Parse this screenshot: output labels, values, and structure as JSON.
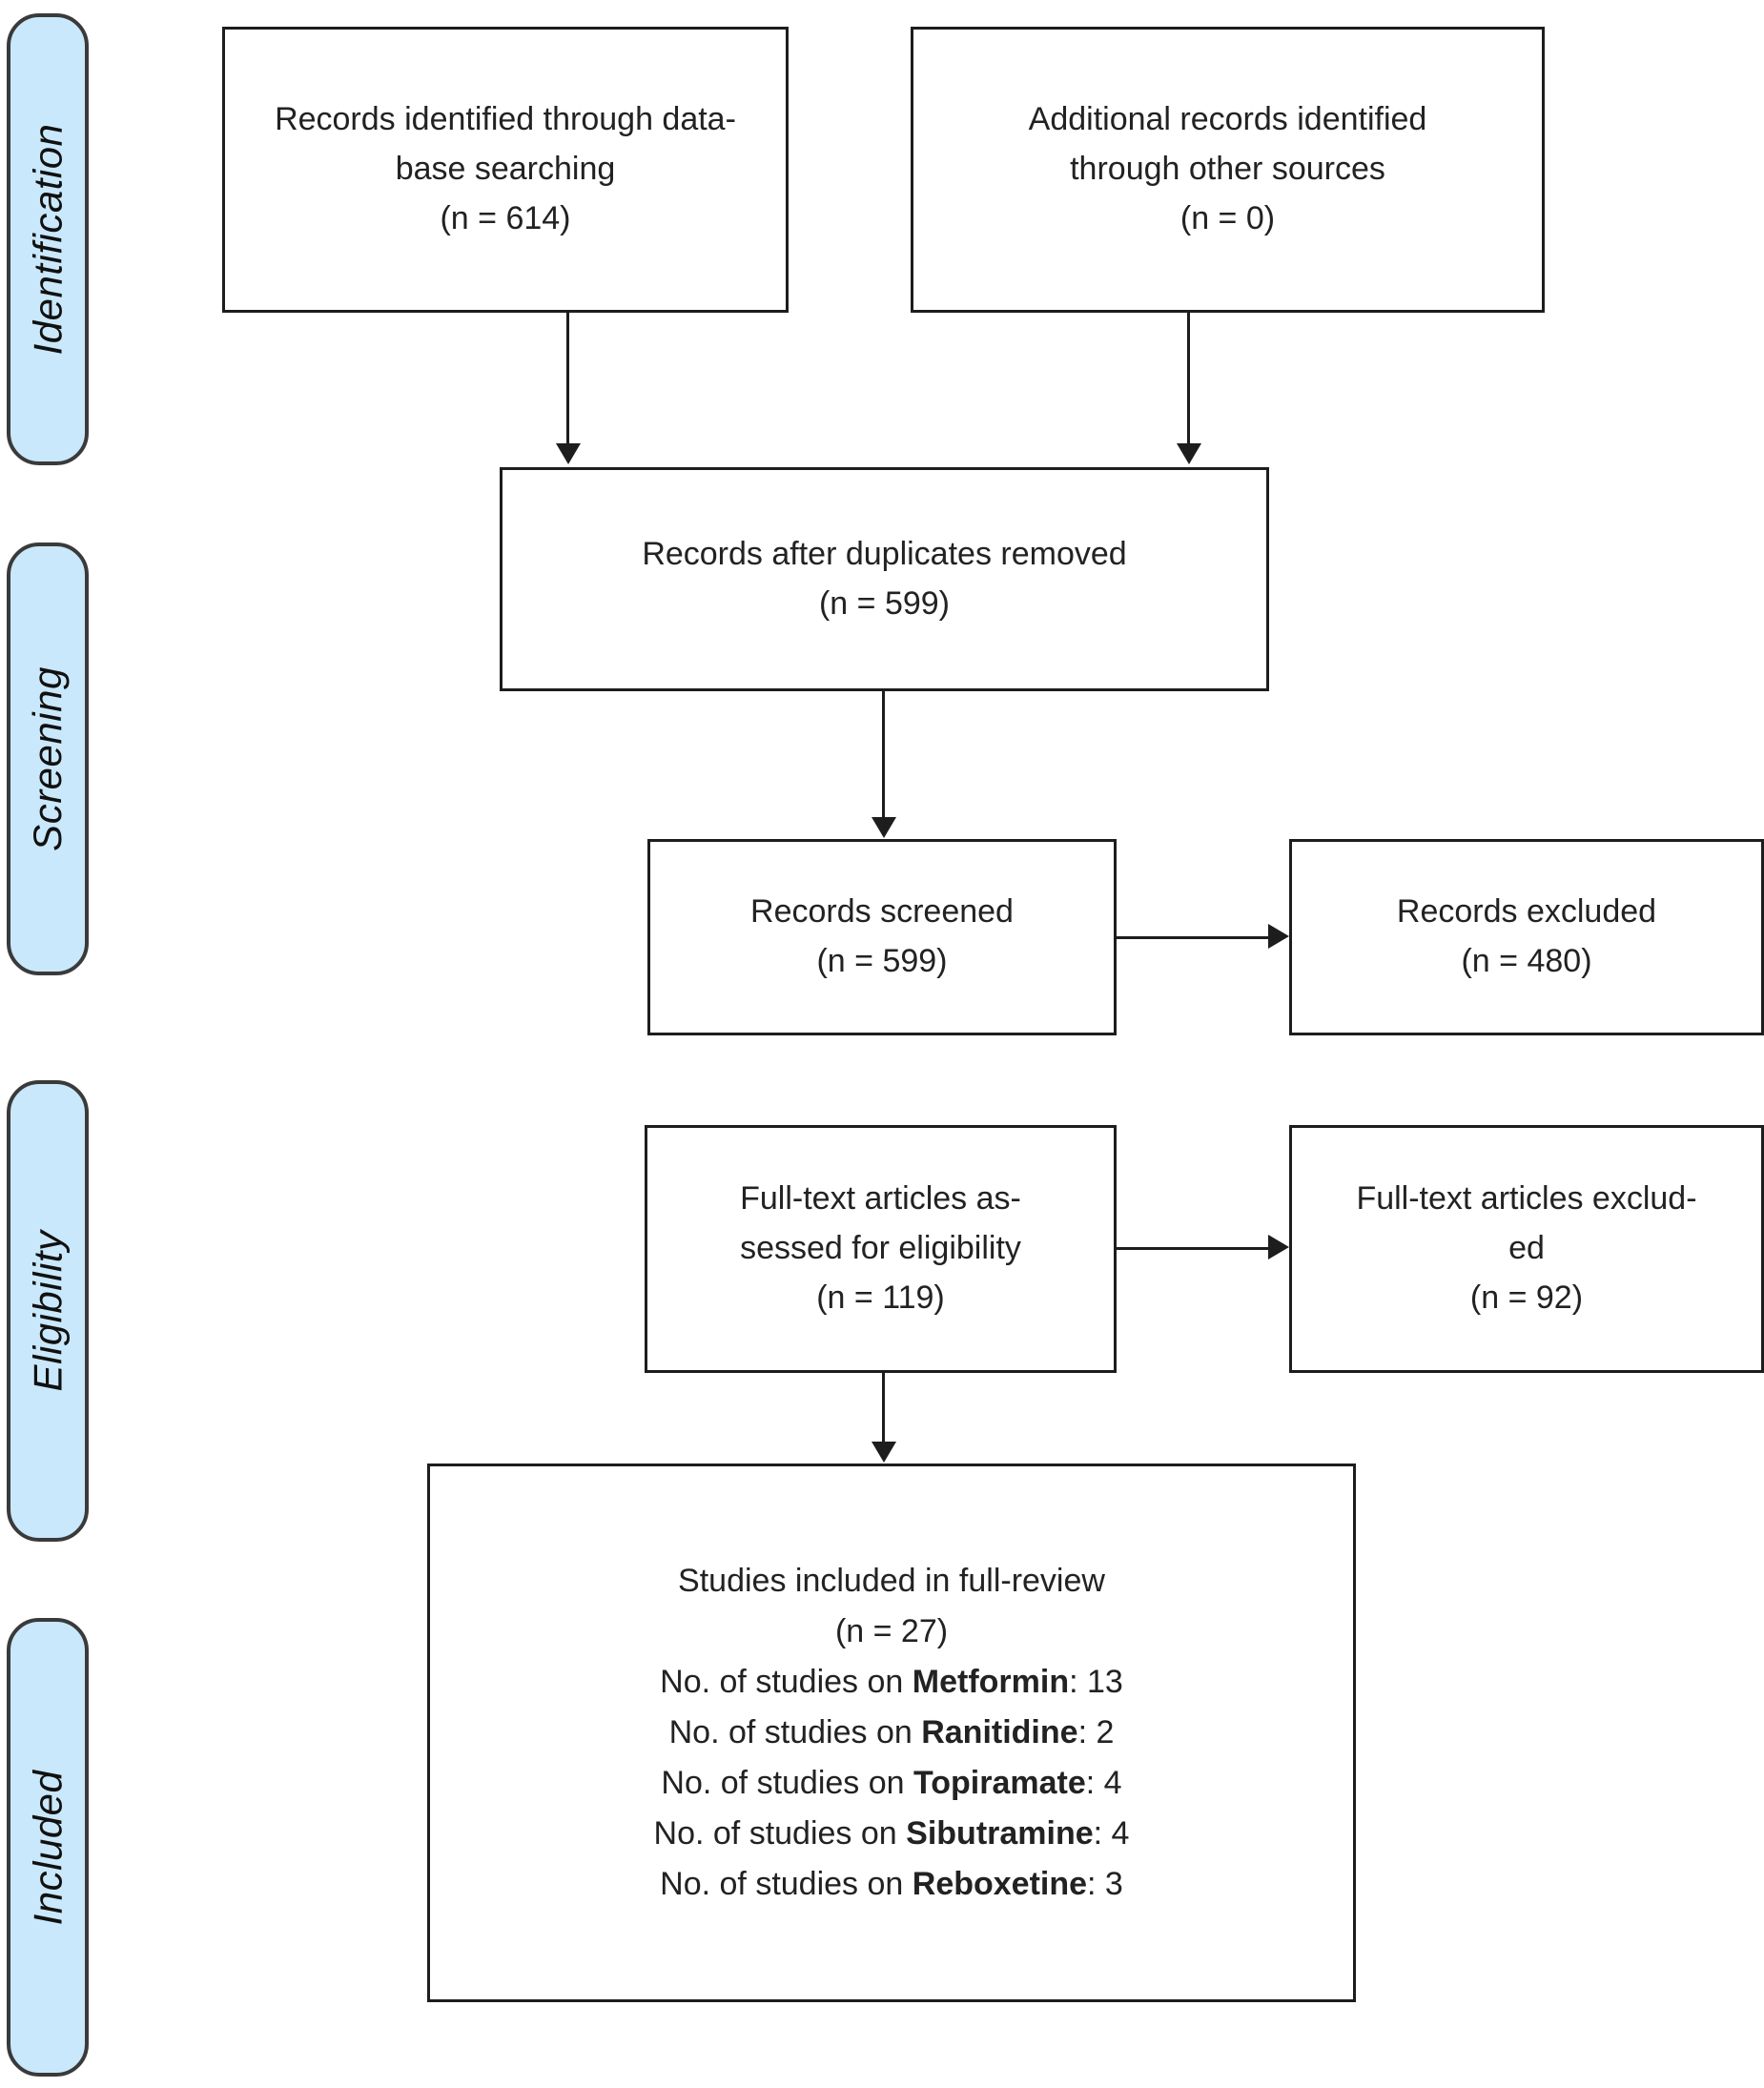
{
  "diagram": {
    "type": "prisma-flow-diagram",
    "accent_color": "#c9e8fb",
    "border_color": "#1d1d1d",
    "text_color": "#222222"
  },
  "stages": [
    {
      "id": "identification",
      "label": "Identification"
    },
    {
      "id": "screening",
      "label": "Screening"
    },
    {
      "id": "eligibility",
      "label": "Eligibility"
    },
    {
      "id": "included",
      "label": "Included"
    }
  ],
  "boxes": {
    "db_search": {
      "text": "Records identified through data-\nbase searching\n(n = 614)",
      "n": 614
    },
    "other_src": {
      "text": "Additional records identified\nthrough other sources\n(n = 0)",
      "n": 0
    },
    "dedup": {
      "text": "Records after duplicates removed\n(n = 599)",
      "n": 599
    },
    "screened": {
      "text": "Records screened\n(n = 599)",
      "n": 599
    },
    "excluded": {
      "text": "Records excluded\n(n = 480)",
      "n": 480
    },
    "fulltext": {
      "text": "Full-text articles as-\nsessed for eligibility\n(n = 119)",
      "n": 119
    },
    "ft_excluded": {
      "text": "Full-text articles exclud-\ned\n(n = 92)",
      "n": 92
    }
  },
  "included_box": {
    "title": "Studies included in full-review",
    "count_line": "(n = 27)",
    "n": 27,
    "breakdown": [
      {
        "prefix": "No. of studies on ",
        "drug": "Metformin",
        "suffix": ": 13",
        "count": 13
      },
      {
        "prefix": "No. of studies on ",
        "drug": "Ranitidine",
        "suffix": ": 2",
        "count": 2
      },
      {
        "prefix": "No. of studies on ",
        "drug": "Topiramate",
        "suffix": ": 4",
        "count": 4
      },
      {
        "prefix": "No. of studies on ",
        "drug": "Sibutramine",
        "suffix": ": 4",
        "count": 4
      },
      {
        "prefix": "No. of studies on ",
        "drug": "Reboxetine",
        "suffix": ": 3",
        "count": 3
      }
    ]
  }
}
